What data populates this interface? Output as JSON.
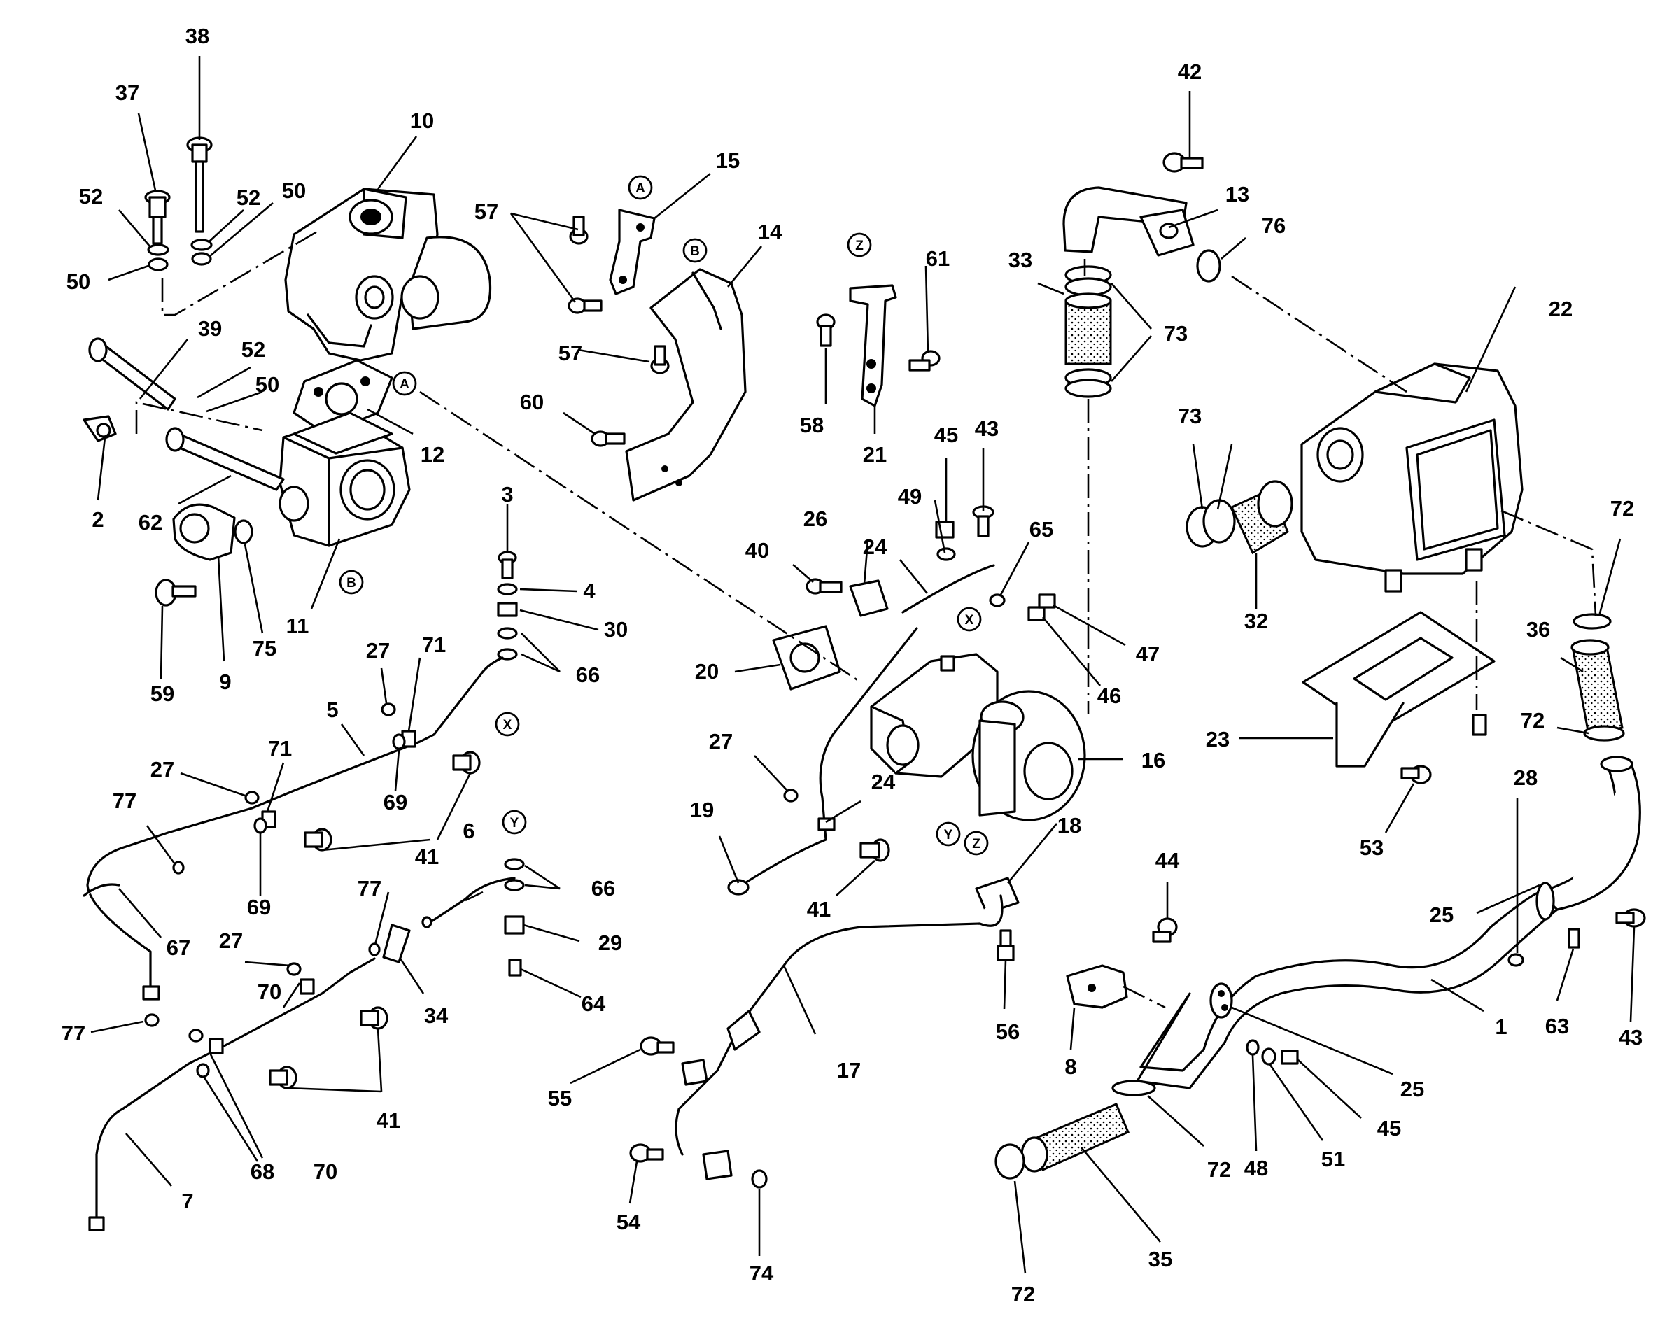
{
  "diagram": {
    "type": "exploded-parts-view",
    "callouts": [
      "38",
      "37",
      "10",
      "52",
      "50",
      "52",
      "50",
      "15",
      "57",
      "14",
      "42",
      "13",
      "76",
      "33",
      "73",
      "61",
      "58",
      "21",
      "57",
      "60",
      "39",
      "52",
      "50",
      "12",
      "2",
      "62",
      "11",
      "9",
      "59",
      "75",
      "3",
      "4",
      "30",
      "66",
      "27",
      "71",
      "5",
      "69",
      "41",
      "27",
      "71",
      "77",
      "69",
      "67",
      "77",
      "27",
      "70",
      "68",
      "70",
      "41",
      "7",
      "6",
      "66",
      "29",
      "64",
      "77",
      "34",
      "20",
      "26",
      "40",
      "24",
      "49",
      "45",
      "43",
      "65",
      "47",
      "46",
      "16",
      "27",
      "19",
      "24",
      "41",
      "18",
      "17",
      "56",
      "55",
      "54",
      "74",
      "22",
      "73",
      "32",
      "72",
      "36",
      "72",
      "23",
      "53",
      "28",
      "25",
      "44",
      "43",
      "63",
      "1",
      "8",
      "25",
      "48",
      "51",
      "45",
      "72",
      "35",
      "72"
    ],
    "refs": [
      "A",
      "A",
      "B",
      "B",
      "X",
      "X",
      "Y",
      "Y",
      "Z",
      "Z"
    ]
  }
}
